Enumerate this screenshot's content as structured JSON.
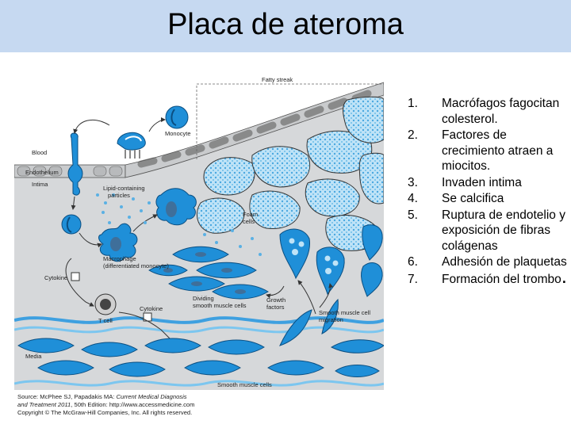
{
  "title": "Placa de ateroma",
  "figure": {
    "labels": {
      "fatty_streak": "Fatty streak",
      "monocyte": "Monocyte",
      "blood": "Blood",
      "endothelium": "Endothelium",
      "intima": "Intima",
      "lipid_particles_1": "Lipid-containing",
      "lipid_particles_2": "particles",
      "foam_cells_1": "Foam",
      "foam_cells_2": "cells",
      "macrophage_1": "Macrophage",
      "macrophage_2": "(differentiated monocyte)",
      "cytokine_1": "Cytokine",
      "cytokine_2": "Cytokine",
      "t_cell": "T cell",
      "dividing_1": "Dividing",
      "dividing_2": "smooth muscle cells",
      "growth_1": "Growth",
      "growth_2": "factors",
      "smc_migration_1": "Smooth muscle cell",
      "smc_migration_2": "migration",
      "media": "Media",
      "smooth_muscle_cells": "Smooth muscle cells"
    },
    "source": {
      "line1_a": "Source: McPhee SJ, Papadakis MA: ",
      "line1_b": "Current Medical Diagnosis",
      "line2_a": "and Treatment 2011",
      "line2_b": ", 50th Edition: http://www.accessmedicine.com",
      "line3": "Copyright © The McGraw-Hill Companies, Inc. All rights reserved."
    }
  },
  "steps": [
    {
      "num": "1.",
      "text": "Macrófagos fagocitan colesterol."
    },
    {
      "num": "2.",
      "text": "Factores de crecimiento atraen a miocitos."
    },
    {
      "num": "3.",
      "text": "Invaden intima"
    },
    {
      "num": "4.",
      "text": "Se calcifica"
    },
    {
      "num": "5.",
      "text": "Ruptura de endotelio y exposición de fibras colágenas"
    },
    {
      "num": "6.",
      "text": "Adhesión de plaquetas"
    },
    {
      "num": "7.",
      "text": "Formación del trombo",
      "suffix": "."
    }
  ],
  "colors": {
    "title_band": "#c6d9f1",
    "cell_blue": "#1f8fd8",
    "foam_blue": "#bfe3f7",
    "intima_gray": "#d6d8da",
    "endothelium": "#c9cbcd"
  }
}
